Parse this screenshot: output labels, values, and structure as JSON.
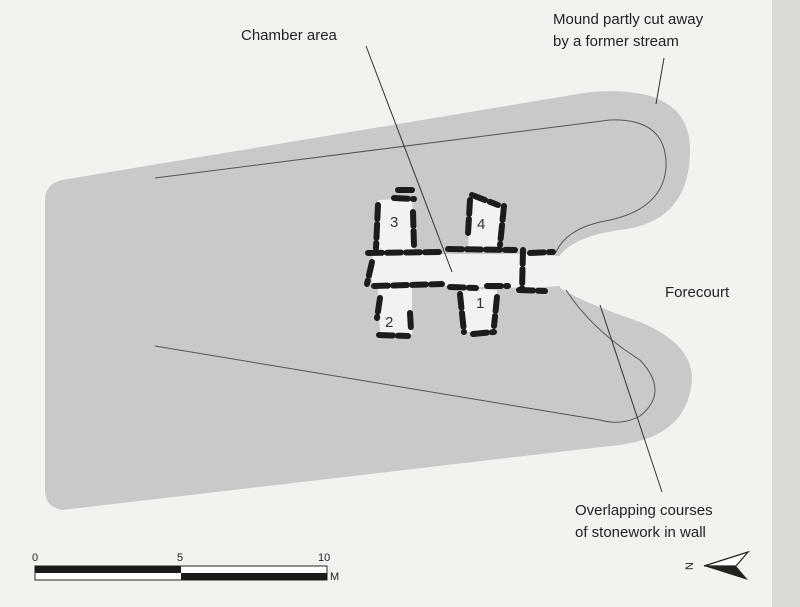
{
  "labels": {
    "chamber_area": "Chamber area",
    "mound_line1": "Mound partly cut away",
    "mound_line2": "by a former stream",
    "forecourt": "Forecourt",
    "overlap_line1": "Overlapping courses",
    "overlap_line2": "of stonework in wall"
  },
  "chambers": [
    "1",
    "2",
    "3",
    "4"
  ],
  "scale_bar": {
    "ticks": [
      "0",
      "5",
      "10"
    ],
    "unit": "M"
  },
  "north_arrow": {
    "letter": "N"
  },
  "colors": {
    "paper": "#f3f2ef",
    "mound": "#c9c9c8",
    "stone": "#1c1c1c"
  }
}
